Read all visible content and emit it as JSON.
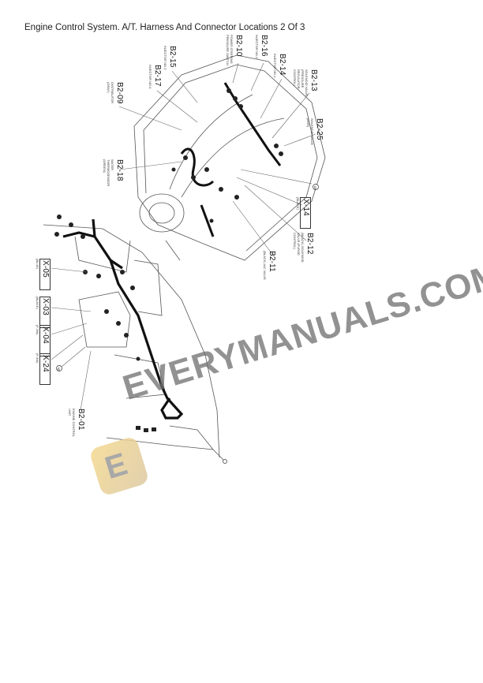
{
  "page": {
    "title": "Engine Control System. A/T. Harness And Connector Locations 2 Of 3"
  },
  "callouts": {
    "b2_15": {
      "code": "B2-15",
      "desc": "INJECTOR NO.3"
    },
    "b2_10": {
      "code": "B2-10",
      "desc": "POWER STEERING PRESSURE SWITCH"
    },
    "b2_16": {
      "code": "B2-16",
      "desc": "INJECTOR NO.2"
    },
    "b2_14": {
      "code": "B2-14",
      "desc": "INJECTOR NO.1"
    },
    "b2_13": {
      "code": "B2-13",
      "desc": "SOLENOID VALVE (PRESSURE REGULATOR CONTROL)"
    },
    "b2_17": {
      "code": "B2-17",
      "desc": "INJECTOR NO.4"
    },
    "b2_09": {
      "code": "B2-09",
      "desc": "DISTRIBUTOR (GRAY)"
    },
    "b2_25": {
      "code": "B2-25",
      "desc": "SOLENOID VALVE (EGR)"
    },
    "b2_18": {
      "code": "B2-18",
      "desc": "WATER THERMOSENSOR (GREEN)"
    },
    "x_14": {
      "code": "X-14",
      "desc": "(BLACK)"
    },
    "b2_12": {
      "code": "B2-12",
      "desc": "(BLACK) SOLENOID VALVE (PURGE CONTROL)"
    },
    "b2_11": {
      "code": "B2-11",
      "desc": "(BLACK) IAC VALVE"
    },
    "x_05": {
      "code": "X-05",
      "desc": "(BLUE)"
    },
    "x_03": {
      "code": "X-03",
      "desc": "(BLACK)"
    },
    "x_04": {
      "code": "X-04",
      "desc": "(F-3W)"
    },
    "x_24": {
      "code": "X-24",
      "desc": "(F-4W)"
    },
    "b2_01": {
      "code": "B2-01",
      "desc": "ENGINE CONTROL UNIT"
    },
    "ground_5": "5",
    "ground_6": "6"
  },
  "watermark": {
    "text": "EVERYMANUALS.COM",
    "logo_letter": "E"
  }
}
